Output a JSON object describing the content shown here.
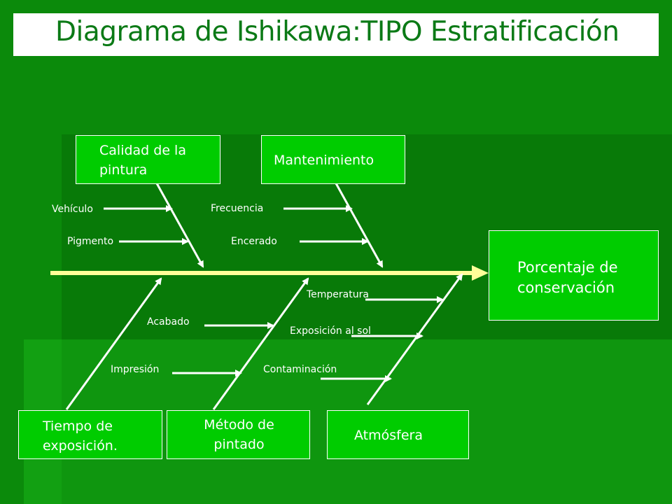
{
  "title": "Diagrama de Ishikawa:TIPO Estratificación",
  "effect": {
    "line1": "Porcentaje de",
    "line2": "conservación"
  },
  "categories": {
    "calidad": {
      "line1": "Calidad de la",
      "line2": "pintura"
    },
    "mantenimiento": {
      "line1": "Mantenimiento"
    },
    "tiempo": {
      "line1": "Tiempo de",
      "line2": "exposición."
    },
    "metodo": {
      "line1": "Método de",
      "line2": "pintado"
    },
    "atmosfera": {
      "line1": "Atmósfera"
    }
  },
  "causes": {
    "vehiculo": "Vehículo",
    "pigmento": "Pigmento",
    "frecuencia": "Frecuencia",
    "encerado": "Encerado",
    "acabado": "Acabado",
    "impresion": "Impresión",
    "temperatura": "Temperatura",
    "exposicion_sol": "Exposición al sol",
    "contaminacion": "Contaminación"
  },
  "colors": {
    "background": "#0b8a0b",
    "box_fill": "#00cc00",
    "spine": "#ffff99",
    "title_text": "#0b7a16"
  }
}
